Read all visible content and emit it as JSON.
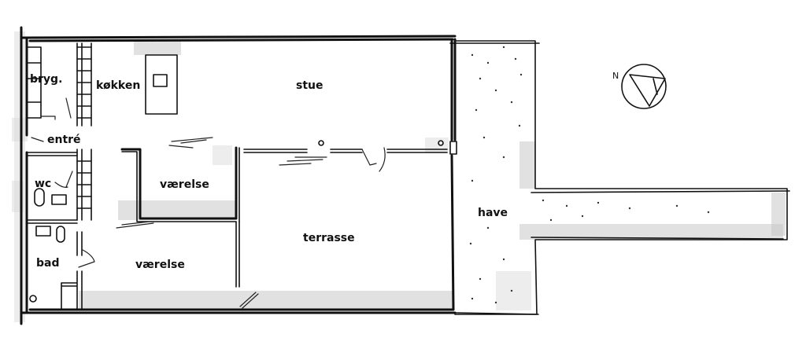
{
  "rooms": {
    "bryg": "bryg.",
    "kokken": "køkken",
    "stue": "stue",
    "entre": "entré",
    "wc": "wc",
    "vaerelse_upper": "værelse",
    "have": "have",
    "terrasse": "terrasse",
    "bad": "bad",
    "vaerelse_lower": "værelse"
  },
  "compass": {
    "north_letter": "N"
  },
  "colors": {
    "ink": "#111111",
    "shadow": "#c9c9c9"
  }
}
